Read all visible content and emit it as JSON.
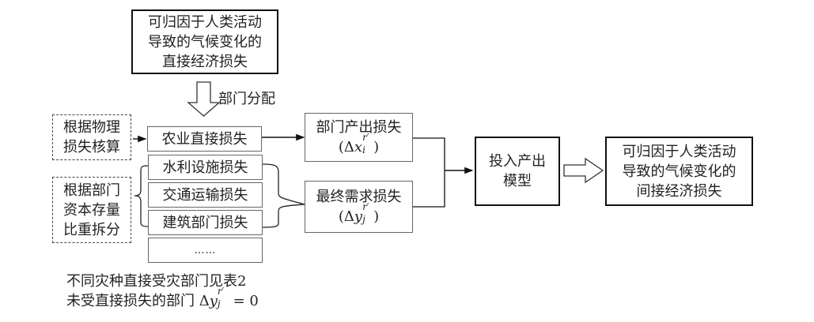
{
  "diagram": {
    "top_box": {
      "lines": [
        "可归因于人类活动",
        "导致的气候变化的",
        "直接经济损失"
      ]
    },
    "allocation_arrow_label": "部门分配",
    "method_physical": {
      "lines": [
        "根据物理",
        "损失核算"
      ]
    },
    "method_capital": {
      "lines": [
        "根据部门",
        "资本存量",
        "比重拆分"
      ]
    },
    "sector_boxes": [
      {
        "label": "农业直接损失"
      },
      {
        "label": "水利设施损失"
      },
      {
        "label": "交通运输损失"
      },
      {
        "label": "建筑部门损失"
      },
      {
        "label": "……"
      }
    ],
    "output_loss_box": {
      "title": "部门产出损失",
      "symbol": {
        "open": "(",
        "delta": "Δ",
        "var": "x",
        "sup": "r′",
        "sub": "i",
        "close": ")"
      }
    },
    "final_demand_box": {
      "title": "最终需求损失",
      "symbol": {
        "open": "(",
        "delta": "Δ",
        "var": "y",
        "sup": "r′",
        "sub": "j",
        "close": ")"
      }
    },
    "io_model_box": {
      "lines": [
        "投入产出",
        "模型"
      ]
    },
    "result_box": {
      "lines": [
        "可归因于人类活动",
        "导致的气候变化的",
        "间接经济损失"
      ]
    },
    "notes": {
      "line1": "不同灾种直接受灾部门见表2",
      "line2_text": "未受直接损失的部门 ",
      "line2_symbol": {
        "delta": "Δ",
        "var": "y",
        "sup": "r′",
        "sub": "j",
        "eq": " = 0"
      }
    }
  }
}
